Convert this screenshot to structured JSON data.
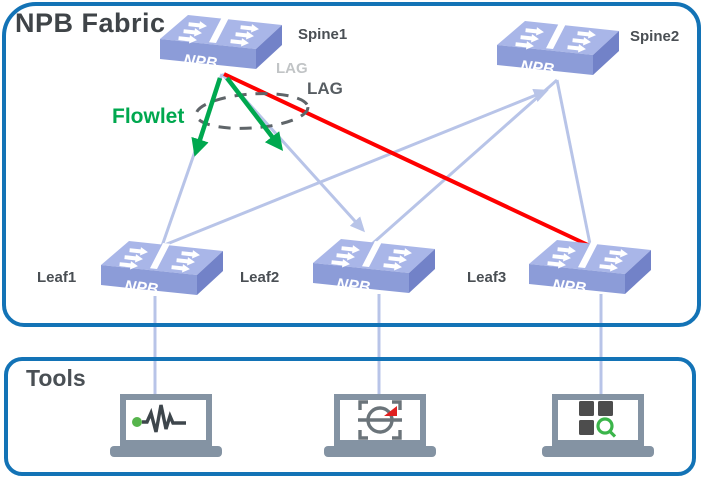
{
  "fabric": {
    "title": "NPB Fabric",
    "device_label": "NPB",
    "spines": [
      {
        "label": "Spine1"
      },
      {
        "label": "Spine2"
      }
    ],
    "leaves": [
      {
        "label": "Leaf1"
      },
      {
        "label": "Leaf2"
      },
      {
        "label": "Leaf3"
      }
    ],
    "annotations": {
      "flowlet": "Flowlet",
      "lag_upper": "LAG",
      "lag_lower": "LAG"
    }
  },
  "tools": {
    "title": "Tools",
    "items": [
      {
        "name": "traffic-analyzer",
        "icon": "pulse-waveform-icon"
      },
      {
        "name": "packet-capture",
        "icon": "scan-cycle-icon"
      },
      {
        "name": "app-search",
        "icon": "grid-search-icon"
      }
    ]
  },
  "topology": {
    "links": [
      {
        "from": "Spine1",
        "to": "Leaf1",
        "style": "normal"
      },
      {
        "from": "Spine1",
        "to": "Leaf2",
        "style": "arrow-into-leaf2"
      },
      {
        "from": "Spine1",
        "to": "Leaf3",
        "style": "red-highlight"
      },
      {
        "from": "Leaf1",
        "to": "Spine2",
        "style": "arrow-into-spine2"
      },
      {
        "from": "Spine2",
        "to": "Leaf2",
        "style": "normal"
      },
      {
        "from": "Spine2",
        "to": "Leaf3",
        "style": "normal"
      },
      {
        "from": "Leaf1",
        "to": "tool-1",
        "style": "tap-drop"
      },
      {
        "from": "Leaf2",
        "to": "tool-2",
        "style": "tap-drop"
      },
      {
        "from": "Leaf3",
        "to": "tool-3",
        "style": "tap-drop"
      }
    ],
    "flowlet_arrows": [
      {
        "from": "Spine1",
        "toward": "Leaf1"
      },
      {
        "from": "Spine1",
        "toward": "Leaf2"
      }
    ]
  },
  "colors": {
    "panel_border": "#1373b6",
    "link": "#b8c4e8",
    "link_red": "#fe0000",
    "green": "#00a84f",
    "switch_top": "#a9b6e8",
    "switch_front": "#8c9cd8",
    "switch_side": "#7282c8",
    "label_gray": "#4a4f54",
    "laptop_gray": "#8493a3"
  }
}
